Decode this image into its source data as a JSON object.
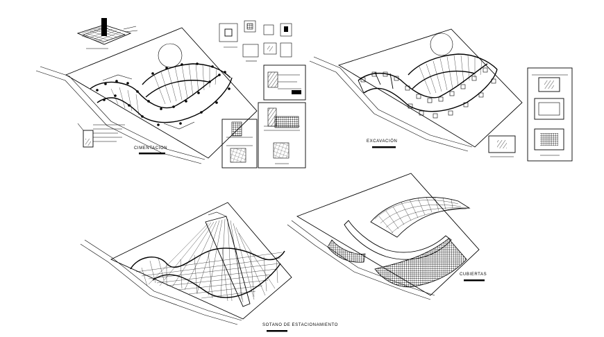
{
  "drawing": {
    "panels": [
      {
        "id": "cimentacion",
        "label": "CIMENTACION"
      },
      {
        "id": "excavacion",
        "label": "EXCAVACIÓN"
      },
      {
        "id": "sotano",
        "label": "SOTANO DE ESTACIONAMIENTO"
      },
      {
        "id": "cubiertas",
        "label": "CUBIERTAS"
      }
    ]
  }
}
